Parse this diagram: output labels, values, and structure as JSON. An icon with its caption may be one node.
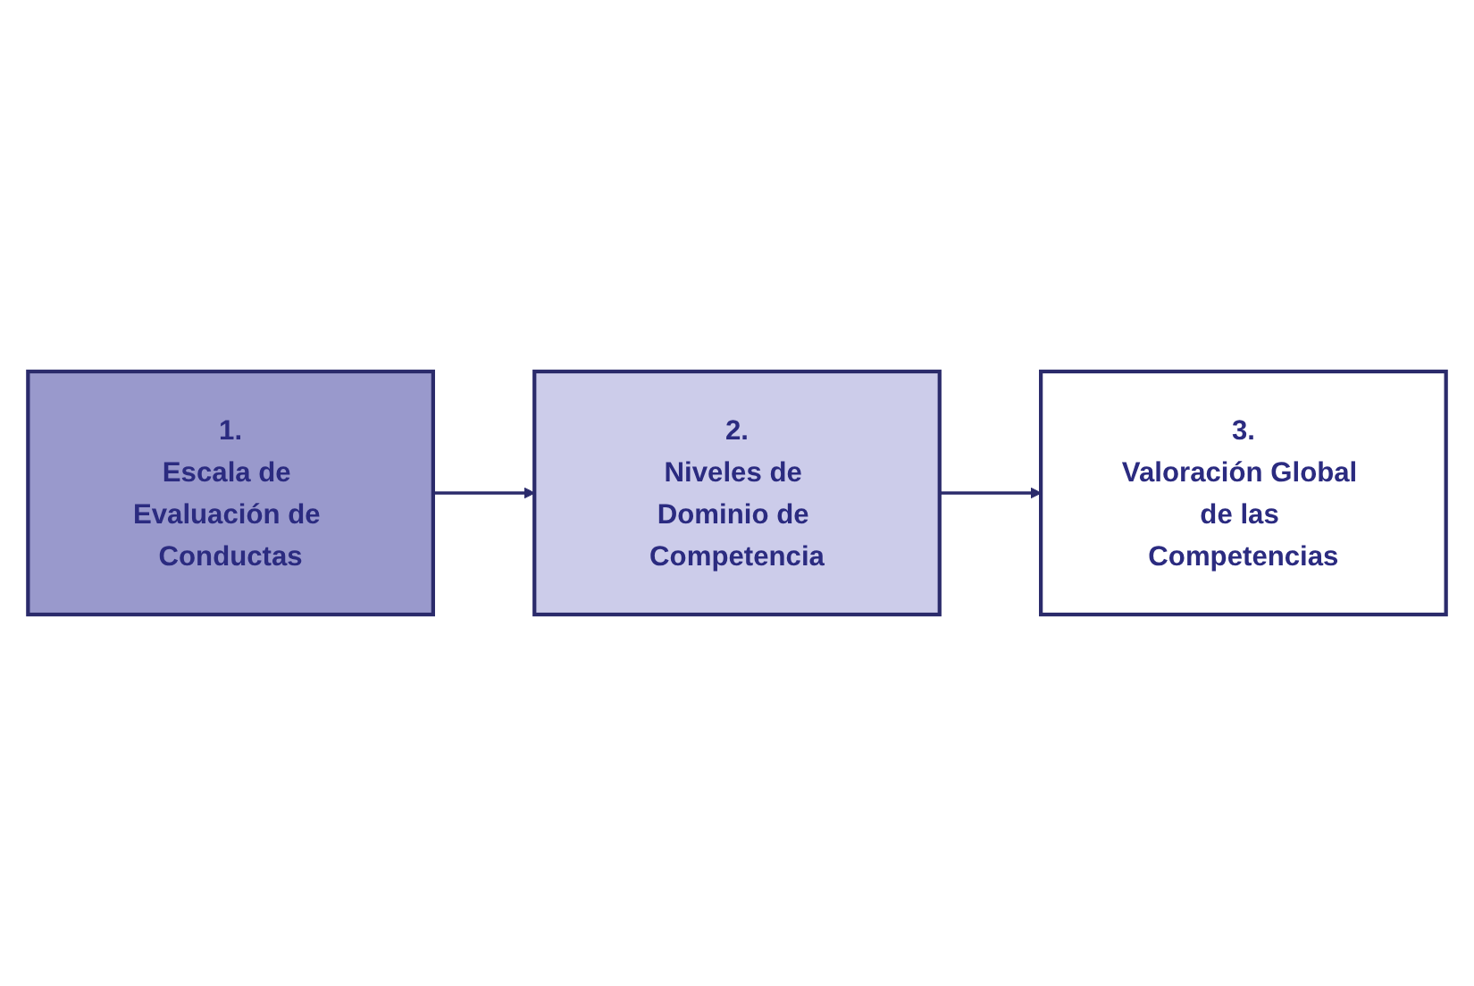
{
  "diagram": {
    "nodes": [
      {
        "text": [
          "1.",
          "Escala de Evaluación de Conductas"
        ]
      },
      {
        "text": [
          "2.",
          "Niveles de Dominio de Competencia"
        ]
      },
      {
        "text": [
          "3.",
          "Valoración Global de las Competencias"
        ]
      }
    ],
    "edges": [
      {
        "from": 0,
        "to": 1,
        "arrow": "to"
      },
      {
        "from": 1,
        "to": 2,
        "arrow": "to"
      }
    ]
  }
}
